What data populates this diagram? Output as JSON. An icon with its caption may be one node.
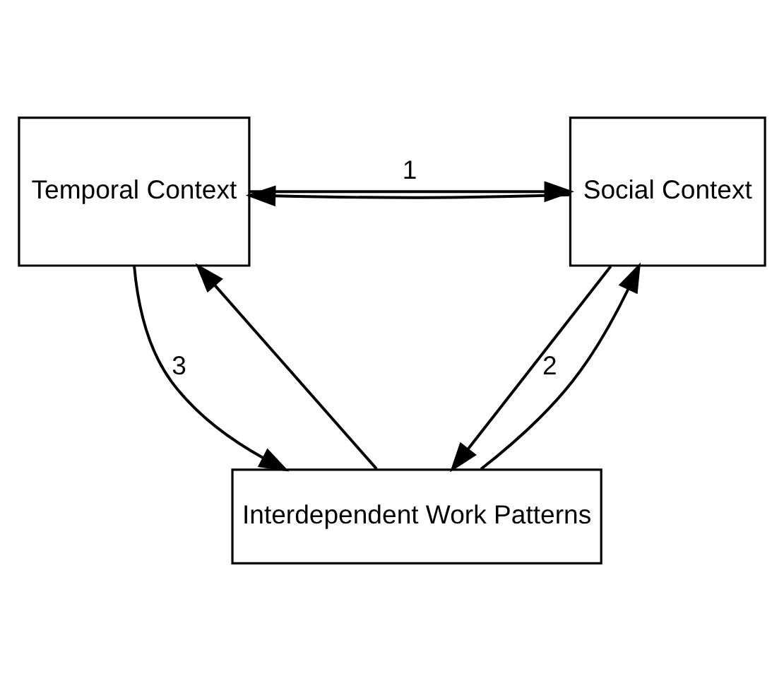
{
  "diagram": {
    "nodes": [
      {
        "text": [
          "Temporal Context"
        ]
      },
      {
        "text": [
          "Social Context"
        ]
      },
      {
        "text": [
          "Interdependent Work Patterns"
        ]
      }
    ],
    "edges": [
      {
        "from": 1,
        "to": 0,
        "arrow": "to"
      },
      {
        "from": 0,
        "to": 1,
        "arrow": "to",
        "label": "1"
      },
      {
        "from": 0,
        "to": 2,
        "arrow": "to",
        "label": "3"
      },
      {
        "from": 2,
        "to": 0,
        "arrow": "to"
      },
      {
        "from": 1,
        "to": 2,
        "arrow": "to",
        "label": "2"
      },
      {
        "from": 2,
        "to": 1,
        "arrow": "to"
      }
    ]
  }
}
